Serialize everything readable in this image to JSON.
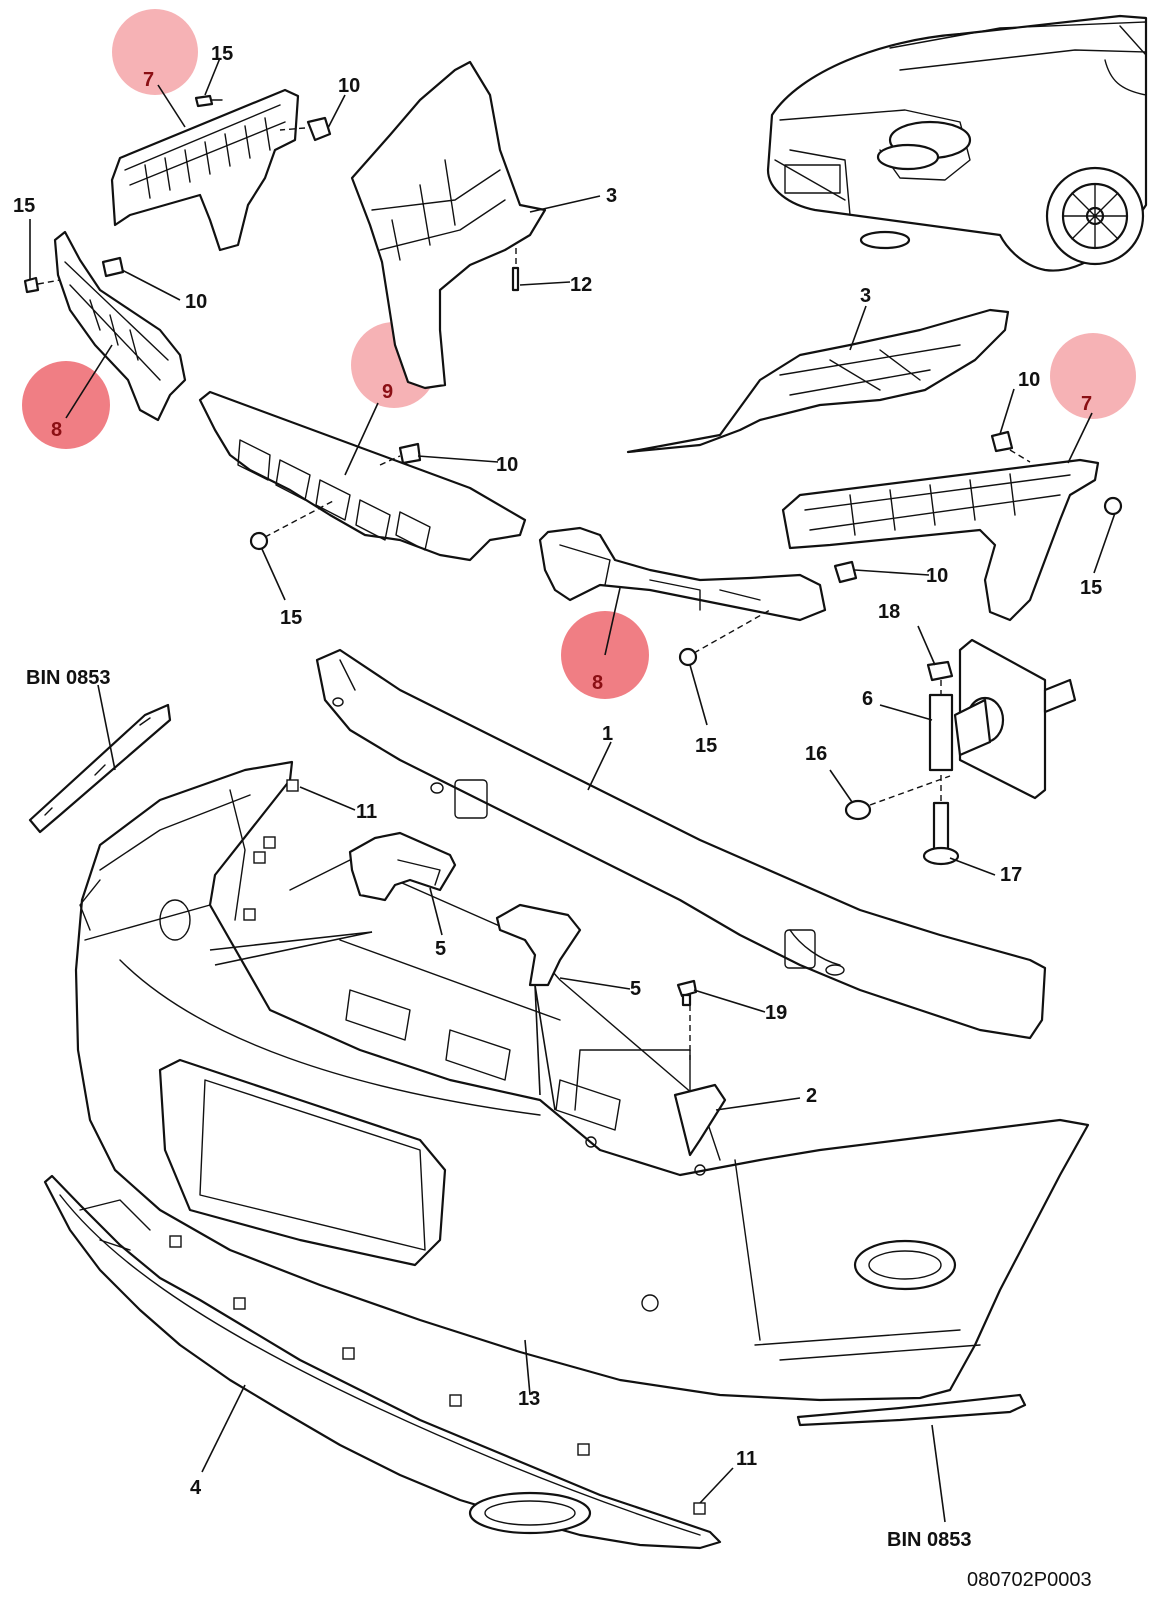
{
  "diagram": {
    "callouts": {
      "c1": "1",
      "c2": "2",
      "c3a": "3",
      "c3b": "3",
      "c4": "4",
      "c5a": "5",
      "c5b": "5",
      "c6": "6",
      "c7a": "7",
      "c7b": "7",
      "c8a": "8",
      "c8b": "8",
      "c9": "9",
      "c10a": "10",
      "c10b": "10",
      "c10c": "10",
      "c10d": "10",
      "c10e": "10",
      "c11a": "11",
      "c11b": "11",
      "c12": "12",
      "c13": "13",
      "c15a": "15",
      "c15b": "15",
      "c15c": "15",
      "c15d": "15",
      "c15e": "15",
      "c16": "16",
      "c17": "17",
      "c18": "18",
      "c19": "19"
    },
    "bin_left": "BIN 0853",
    "bin_right": "BIN 0853",
    "reference_code": "080702P0003",
    "highlight_colors": {
      "light": "#f4a4a8",
      "dark": "#ee7077",
      "label": "#8b0f14"
    }
  }
}
